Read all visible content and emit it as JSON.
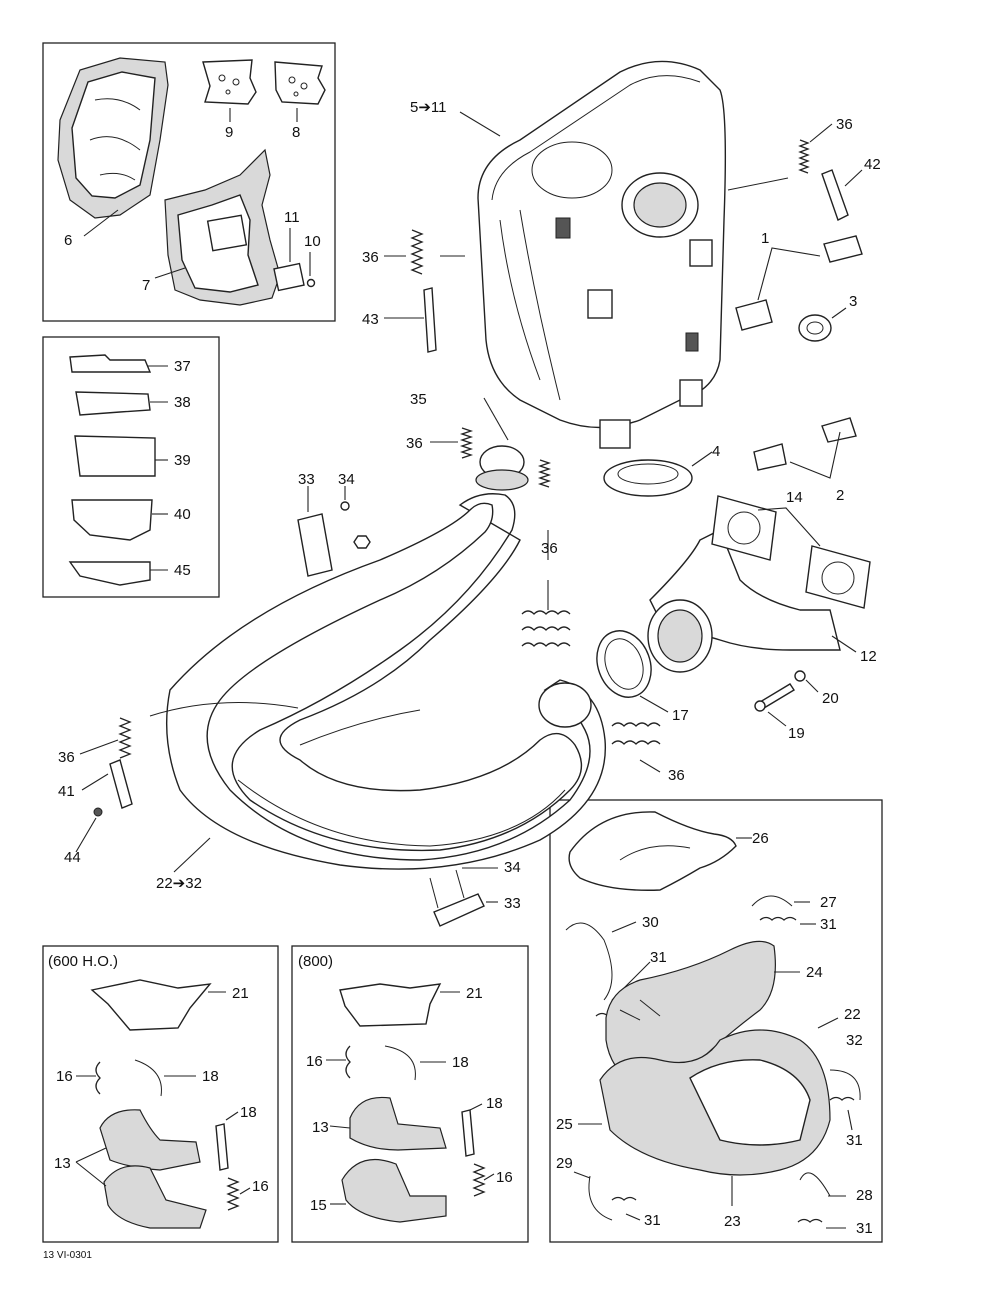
{
  "diagram_code": "13 VI-0301",
  "insets": {
    "variant_600": "(600 H.O.)",
    "variant_800": "(800)"
  },
  "callouts": [
    {
      "id": "c-5-11",
      "text": "5➔11"
    },
    {
      "id": "c-36-a",
      "text": "36"
    },
    {
      "id": "c-42",
      "text": "42"
    },
    {
      "id": "c-1",
      "text": "1"
    },
    {
      "id": "c-3",
      "text": "3"
    },
    {
      "id": "c-36-b",
      "text": "36"
    },
    {
      "id": "c-43",
      "text": "43"
    },
    {
      "id": "c-35",
      "text": "35"
    },
    {
      "id": "c-36-c",
      "text": "36"
    },
    {
      "id": "c-4",
      "text": "4"
    },
    {
      "id": "c-2",
      "text": "2"
    },
    {
      "id": "c-33-a",
      "text": "33"
    },
    {
      "id": "c-34-a",
      "text": "34"
    },
    {
      "id": "c-14",
      "text": "14"
    },
    {
      "id": "c-36-d",
      "text": "36"
    },
    {
      "id": "c-12",
      "text": "12"
    },
    {
      "id": "c-20",
      "text": "20"
    },
    {
      "id": "c-17",
      "text": "17"
    },
    {
      "id": "c-19",
      "text": "19"
    },
    {
      "id": "c-36-e",
      "text": "36"
    },
    {
      "id": "c-36-f",
      "text": "36"
    },
    {
      "id": "c-41",
      "text": "41"
    },
    {
      "id": "c-44",
      "text": "44"
    },
    {
      "id": "c-22-32",
      "text": "22➔32"
    },
    {
      "id": "c-34-b",
      "text": "34"
    },
    {
      "id": "c-33-b",
      "text": "33"
    },
    {
      "id": "c-9",
      "text": "9"
    },
    {
      "id": "c-8",
      "text": "8"
    },
    {
      "id": "c-6",
      "text": "6"
    },
    {
      "id": "c-11",
      "text": "11"
    },
    {
      "id": "c-10",
      "text": "10"
    },
    {
      "id": "c-7",
      "text": "7"
    },
    {
      "id": "c-37",
      "text": "37"
    },
    {
      "id": "c-38",
      "text": "38"
    },
    {
      "id": "c-39",
      "text": "39"
    },
    {
      "id": "c-40",
      "text": "40"
    },
    {
      "id": "c-45",
      "text": "45"
    },
    {
      "id": "c-21-a",
      "text": "21"
    },
    {
      "id": "c-16-a",
      "text": "16"
    },
    {
      "id": "c-18-a",
      "text": "18"
    },
    {
      "id": "c-18-b",
      "text": "18"
    },
    {
      "id": "c-13-a",
      "text": "13"
    },
    {
      "id": "c-16-b",
      "text": "16"
    },
    {
      "id": "c-21-b",
      "text": "21"
    },
    {
      "id": "c-16-c",
      "text": "16"
    },
    {
      "id": "c-18-c",
      "text": "18"
    },
    {
      "id": "c-18-d",
      "text": "18"
    },
    {
      "id": "c-13-b",
      "text": "13"
    },
    {
      "id": "c-16-d",
      "text": "16"
    },
    {
      "id": "c-15",
      "text": "15"
    },
    {
      "id": "c-26",
      "text": "26"
    },
    {
      "id": "c-27",
      "text": "27"
    },
    {
      "id": "c-31-a",
      "text": "31"
    },
    {
      "id": "c-30",
      "text": "30"
    },
    {
      "id": "c-31-b",
      "text": "31"
    },
    {
      "id": "c-24",
      "text": "24"
    },
    {
      "id": "c-22",
      "text": "22"
    },
    {
      "id": "c-32",
      "text": "32"
    },
    {
      "id": "c-25",
      "text": "25"
    },
    {
      "id": "c-31-c",
      "text": "31"
    },
    {
      "id": "c-29",
      "text": "29"
    },
    {
      "id": "c-28",
      "text": "28"
    },
    {
      "id": "c-31-d",
      "text": "31"
    },
    {
      "id": "c-23",
      "text": "23"
    },
    {
      "id": "c-31-e",
      "text": "31"
    }
  ]
}
